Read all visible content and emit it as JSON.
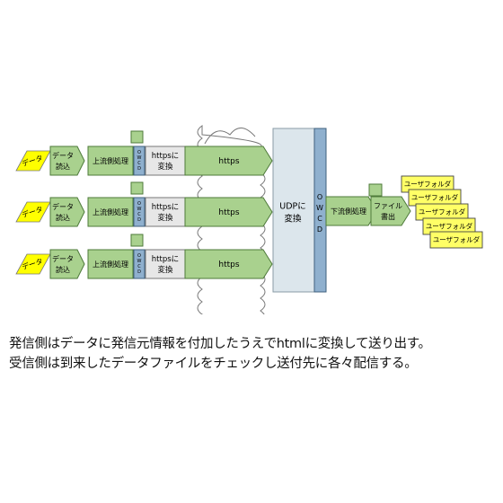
{
  "colors": {
    "green_fill": "#A9D18E",
    "green_light": "#C5E0B4",
    "green_stroke": "#4E7A3A",
    "yellow_fill": "#FFFF00",
    "yellow_card": "#FFFF66",
    "block_fill": "#DCE6EC",
    "block_stroke": "#8A9BA6",
    "owcd_fill": "#8FB0CE",
    "owcd_stroke": "#3F607E",
    "convert_fill": "#E7E7E7",
    "cloud_stroke": "#777777"
  },
  "rows": [
    {
      "data_label": "データ",
      "read_label": "データ\n読込",
      "upstream_label": "上流側処理",
      "owcd_label": "OWCD",
      "convert_label": "httpsに\n変換",
      "https_label": "https"
    },
    {
      "data_label": "データ",
      "read_label": "データ\n読込",
      "upstream_label": "上流側処理",
      "owcd_label": "OWCD",
      "convert_label": "httpsに\n変換",
      "https_label": "https"
    },
    {
      "data_label": "データ",
      "read_label": "データ\n読込",
      "upstream_label": "上流側処理",
      "owcd_label": "OWCD",
      "convert_label": "httpsに\n変換",
      "https_label": "https"
    }
  ],
  "receiver": {
    "udp_convert_label": "UDPに\n変換",
    "owcd_label": "OWCD",
    "downstream_label": "下流側処理",
    "file_write_label": "ファイル\n書出"
  },
  "user_folders": [
    "ユーザフォルダ",
    "ユーザフォルダ",
    "ユーザフォルダ",
    "ユーザフォルダ",
    "ユーザフォルダ"
  ],
  "caption": {
    "line1": "発信側はデータに発信元情報を付加したうえでhtmlに変換して送り出す。",
    "line2": "受信側は到来したデータファイルをチェックし送付先に各々配信する。"
  }
}
